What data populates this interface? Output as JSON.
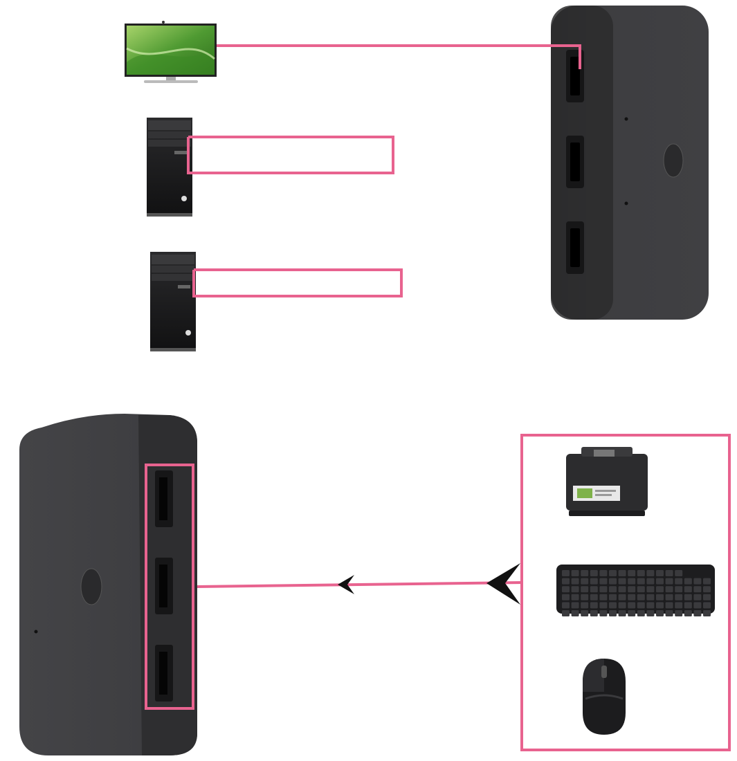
{
  "colors": {
    "background": "#ffffff",
    "cable": "#e8638f",
    "device_body": "#3c3c3e",
    "device_shadow": "#2b2b2d",
    "port": "#161617",
    "monitor_screen": "#5fa83a",
    "pc_case": "#1e1e20"
  },
  "top_section": {
    "switch": {
      "icon": "hdmi-kvm-switch-icon",
      "ports": 3,
      "button": "switch-button"
    },
    "devices": [
      {
        "icon": "monitor-icon"
      },
      {
        "icon": "pc-tower-icon"
      },
      {
        "icon": "pc-tower-icon"
      }
    ]
  },
  "bottom_section": {
    "switch": {
      "icon": "usb-switch-icon",
      "ports": 3,
      "button": "switch-button"
    },
    "peripherals": [
      {
        "icon": "printer-icon"
      },
      {
        "icon": "keyboard-icon"
      },
      {
        "icon": "mouse-icon"
      }
    ]
  }
}
